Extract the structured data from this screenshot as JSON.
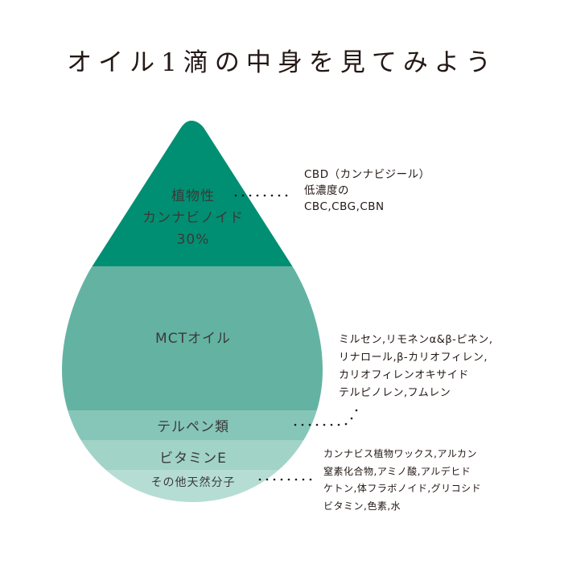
{
  "title": "オイル1滴の中身を見てみよう",
  "colors": {
    "cannabinoid": "#008f72",
    "mct": "#64b3a2",
    "terpene": "#86c6b8",
    "vitamin_e": "#a2d3c7",
    "other": "#b5ddd3",
    "text": "#231815",
    "label_text": "#3a3a3a"
  },
  "layers": [
    {
      "id": "cannabinoid",
      "lines": [
        "植物性",
        "カンナビノイド",
        "30%"
      ]
    },
    {
      "id": "mct",
      "lines": [
        "MCTオイル"
      ]
    },
    {
      "id": "terpene",
      "lines": [
        "テルペン類"
      ]
    },
    {
      "id": "vitamin_e",
      "lines": [
        "ビタミンE"
      ]
    },
    {
      "id": "other",
      "lines": [
        "その他天然分子"
      ]
    }
  ],
  "notes": {
    "cannabinoid": [
      "CBD（カンナビジール）",
      "低濃度の",
      "CBC,CBG,CBN"
    ],
    "terpene": [
      "ミルセン,リモネンα&β-ピネン,",
      "リナロール,β-カリオフィレン,",
      "カリオフィレンオキサイド",
      "テルピノレン,フムレン"
    ],
    "other": [
      "カンナビス植物ワックス,アルカン",
      "窒素化合物,アミノ酸,アルデヒド",
      "ケトン,体フラボノイド,グリコシド",
      "ビタミン,色素,水"
    ]
  }
}
